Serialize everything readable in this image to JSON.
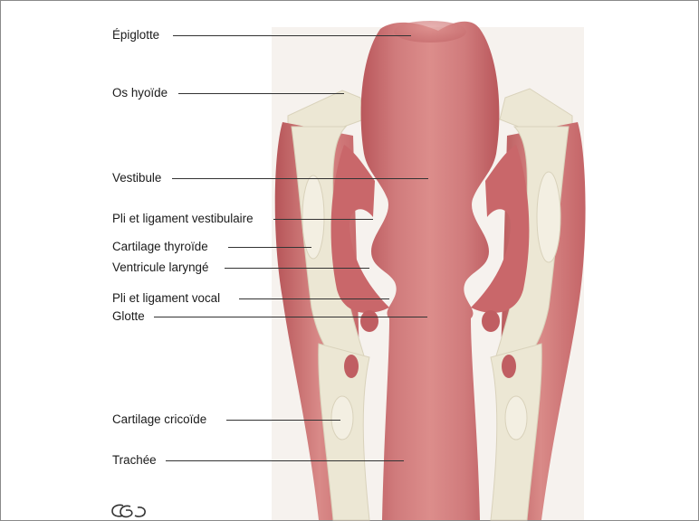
{
  "labels": {
    "epiglottis": "Épiglotte",
    "hyoid": "Os hyoïde",
    "vestibule": "Vestibule",
    "vestibular_fold": "Pli et ligament vestibulaire",
    "thyroid_cartilage": "Cartilage thyroïde",
    "ventricle": "Ventricule laryngé",
    "vocal_fold": "Pli et ligament vocal",
    "glottis": "Glotte",
    "cricoid_cartilage": "Cartilage cricoïde",
    "trachea": "Trachée"
  },
  "colors": {
    "muscle": "#c9676a",
    "muscle_light": "#dc8c8c",
    "muscle_dark": "#a94b50",
    "cartilage": "#ece7d4",
    "cartilage_shadow": "#d9d2bb",
    "leader": "#333333"
  },
  "icons": {
    "publisher_logo": "publisher-logo-icon"
  }
}
